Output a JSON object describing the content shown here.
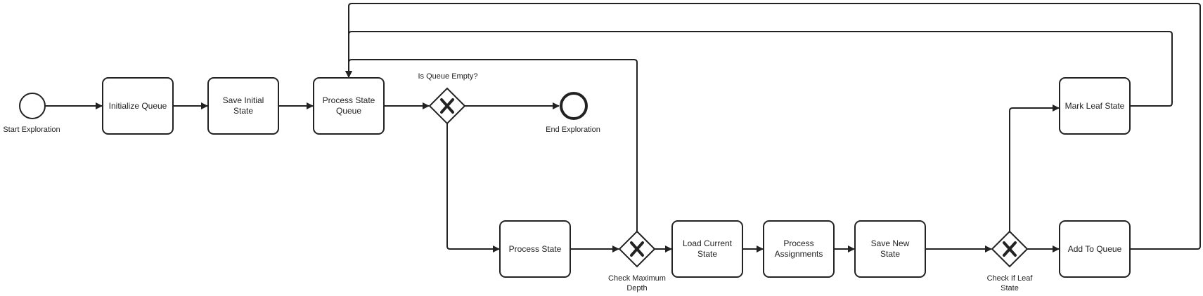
{
  "diagram": {
    "type": "bpmn-process",
    "colors": {
      "stroke": "#222222",
      "background": "#ffffff",
      "text": "#222222"
    },
    "events": {
      "start": {
        "label": "Start Exploration"
      },
      "end": {
        "label": "End Exploration"
      }
    },
    "tasks": {
      "initialize_queue": {
        "label": "Initialize Queue"
      },
      "save_initial_state": {
        "line1": "Save Initial",
        "line2": "State"
      },
      "process_state_queue": {
        "line1": "Process State",
        "line2": "Queue"
      },
      "process_state": {
        "label": "Process State"
      },
      "load_current_state": {
        "line1": "Load Current",
        "line2": "State"
      },
      "process_assignments": {
        "line1": "Process",
        "line2": "Assignments"
      },
      "save_new_state": {
        "line1": "Save New",
        "line2": "State"
      },
      "mark_leaf_state": {
        "label": "Mark Leaf State"
      },
      "add_to_queue": {
        "label": "Add To Queue"
      }
    },
    "gateways": {
      "queue_empty": {
        "label": "Is Queue Empty?"
      },
      "check_max_depth": {
        "line1": "Check Maximum",
        "line2": "Depth"
      },
      "check_leaf_state": {
        "line1": "Check If Leaf",
        "line2": "State"
      }
    }
  }
}
